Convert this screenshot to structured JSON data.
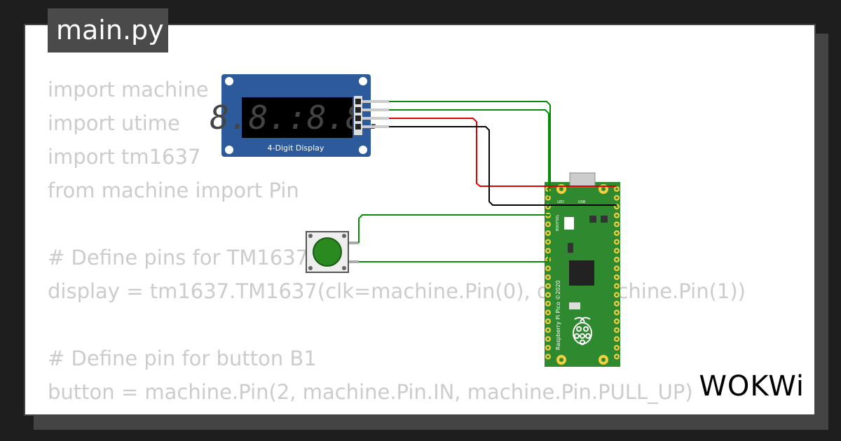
{
  "title": "main.py",
  "code_lines": [
    "import machine",
    "import utime",
    "import tm1637",
    "from machine import Pin",
    "",
    "# Define pins for TM1637",
    "display = tm1637.TM1637(clk=machine.Pin(0), dio=machine.Pin(1))",
    "",
    "# Define pin for button B1",
    "button = machine.Pin(2, machine.Pin.IN, machine.Pin.PULL_UP)"
  ],
  "display_module": {
    "digits": "8.8.:8.8.",
    "label": "4-Digit Display"
  },
  "pico": {
    "led_label": "LED",
    "usb_label": "USB",
    "bootsel_label": "BOOTSEL",
    "board_text": "Raspberry Pi Pico ©2020"
  },
  "logo": "WOKWi",
  "colors": {
    "background": "#1e1e1e",
    "code_text": "#cccccc",
    "display_board": "#2d5a9a",
    "display_screen": "#000000",
    "display_segments": "#444444",
    "pico_board": "#2f8a2f",
    "pad": "#f4d03f",
    "wire_green": "#0a8a0a",
    "wire_red": "#e00000",
    "wire_black": "#000000",
    "button_cap": "#2a8a1f"
  },
  "icons": [
    "raspberry-pi-logo-icon",
    "pushbutton-icon"
  ]
}
